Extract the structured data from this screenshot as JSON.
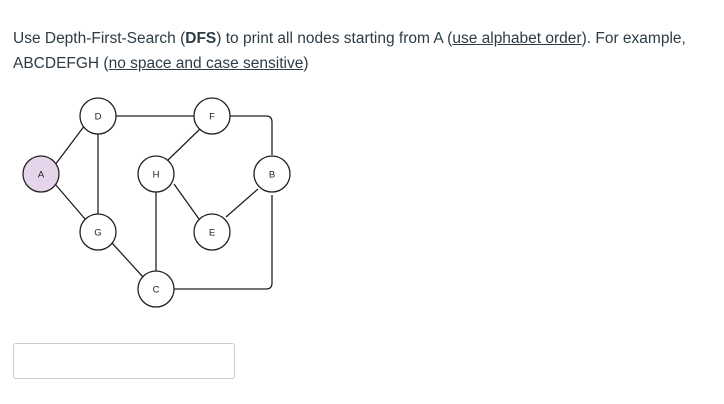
{
  "question": {
    "t1": "Use Depth-First-Search (",
    "b1": "DFS",
    "t2": ") to print all nodes starting from A (",
    "u1": "use alphabet order",
    "t3": "). For example, ABCDEFGH (",
    "u2": "no space and case sensitive",
    "t4": ")"
  },
  "graph": {
    "nodes": [
      {
        "id": "A",
        "label": "A",
        "highlighted": true
      },
      {
        "id": "D",
        "label": "D"
      },
      {
        "id": "G",
        "label": "G"
      },
      {
        "id": "H",
        "label": "H"
      },
      {
        "id": "C",
        "label": "C"
      },
      {
        "id": "F",
        "label": "F"
      },
      {
        "id": "E",
        "label": "E"
      },
      {
        "id": "B",
        "label": "B"
      }
    ],
    "edges": [
      [
        "A",
        "D"
      ],
      [
        "A",
        "G"
      ],
      [
        "D",
        "G"
      ],
      [
        "D",
        "F"
      ],
      [
        "F",
        "H"
      ],
      [
        "F",
        "B"
      ],
      [
        "H",
        "C"
      ],
      [
        "H",
        "E"
      ],
      [
        "E",
        "B"
      ],
      [
        "G",
        "C"
      ],
      [
        "C",
        "B"
      ]
    ],
    "colors": {
      "highlight_fill": "#e6d5ea",
      "node_fill": "#ffffff",
      "stroke": "#222222"
    }
  },
  "answer_input": {
    "value": "",
    "placeholder": ""
  }
}
